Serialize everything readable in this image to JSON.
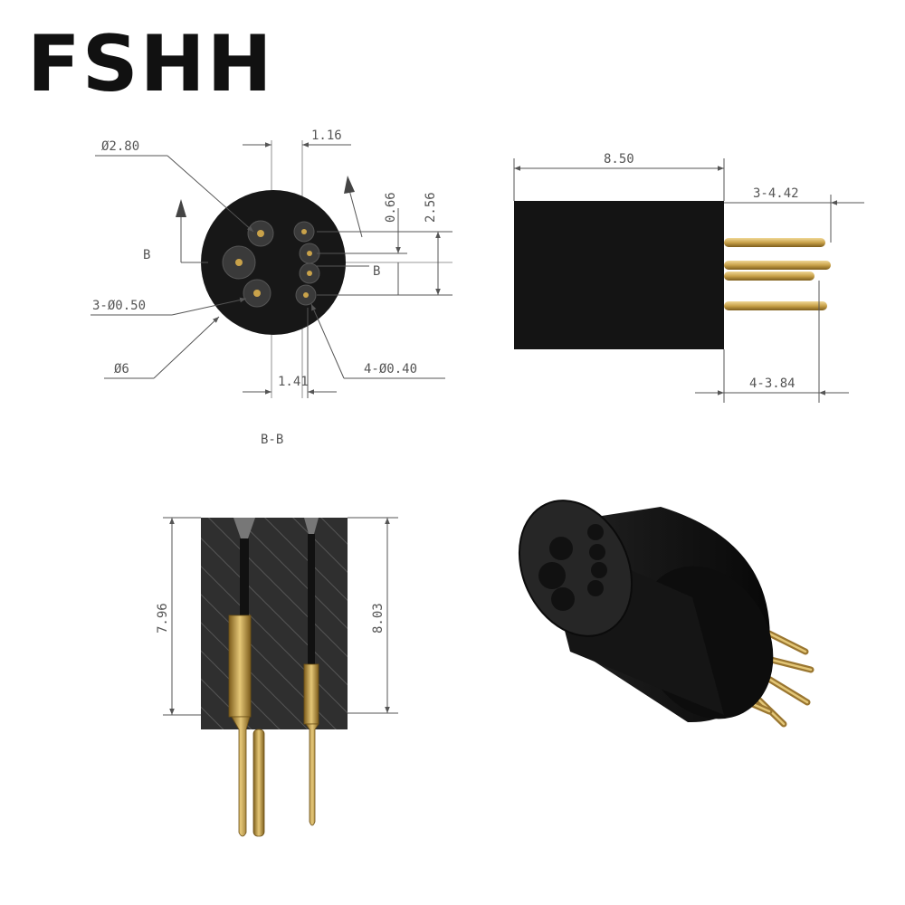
{
  "brand": "FSHH",
  "colors": {
    "body": "#161616",
    "hole": "#2e2e2e",
    "pin": "#c9a24a",
    "pin_dark": "#8a6a24",
    "dim_line": "#555555"
  },
  "front_view": {
    "dia_large_hole": "Ø2.80",
    "pitch_x": "1.16",
    "dim_small": "0.66",
    "dim_height": "2.56",
    "section_left": "B",
    "section_right": "B",
    "holes_large": "3-Ø0.50",
    "outer_dia": "Ø6",
    "pitch_bottom": "1.41",
    "holes_small": "4-Ø0.40",
    "section_label": "B-B"
  },
  "side_view": {
    "body_length": "8.50",
    "pin_long": "3-4.42",
    "pin_short": "4-3.84"
  },
  "section_view": {
    "depth_left": "7.96",
    "depth_right": "8.03"
  },
  "iso_view": {}
}
